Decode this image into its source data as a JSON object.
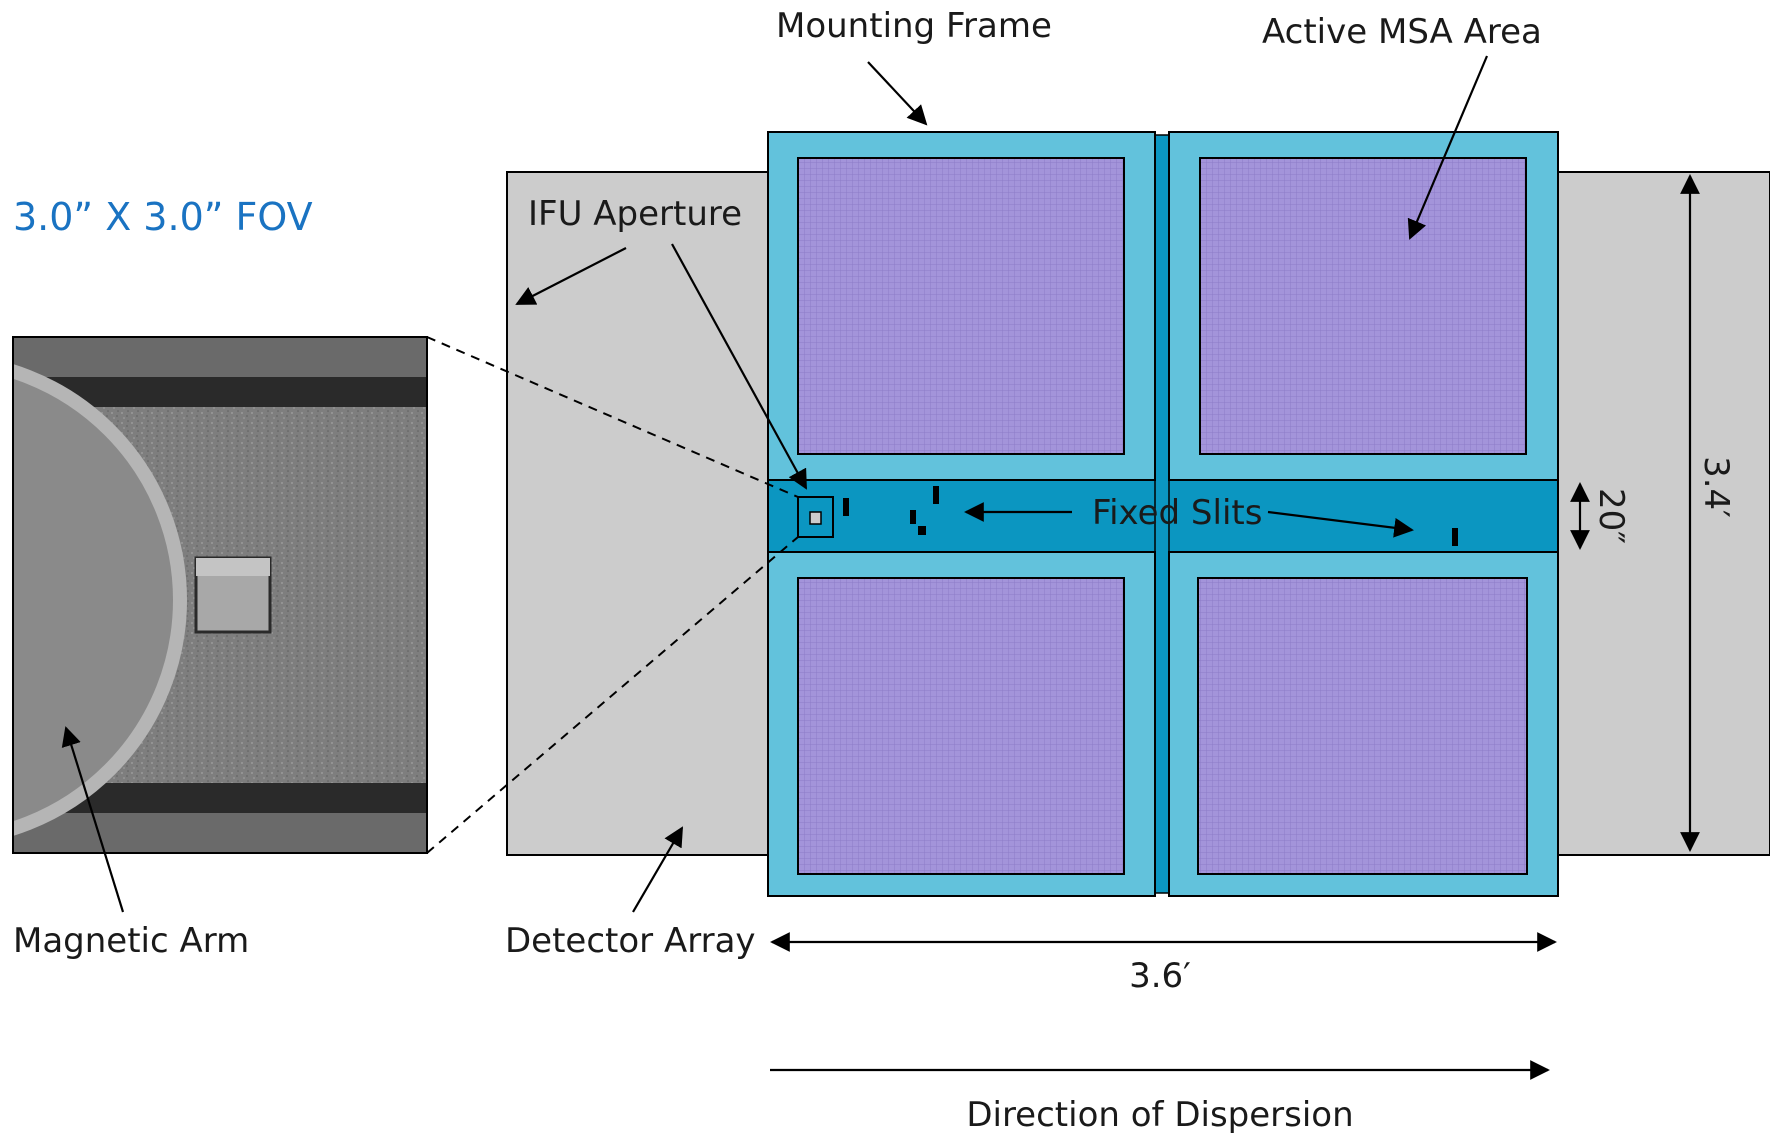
{
  "fov_label": "3.0” X 3.0” FOV",
  "labels": {
    "mounting_frame": "Mounting Frame",
    "active_msa_area": "Active MSA Area",
    "ifu_aperture": "IFU Aperture",
    "fixed_slits": "Fixed Slits",
    "magnetic_arm": "Magnetic Arm",
    "detector_array": "Detector Array",
    "direction_of_dispersion": "Direction of Dispersion"
  },
  "dimensions": {
    "width": "3.6′",
    "height": "3.4′",
    "slit_band": "20″"
  },
  "colors": {
    "frame": "#62c2dc",
    "slit_band": "#0b96c1",
    "msa": "#9f8fd6",
    "detector": "#cccccc",
    "fov_text": "#1a73c2"
  }
}
